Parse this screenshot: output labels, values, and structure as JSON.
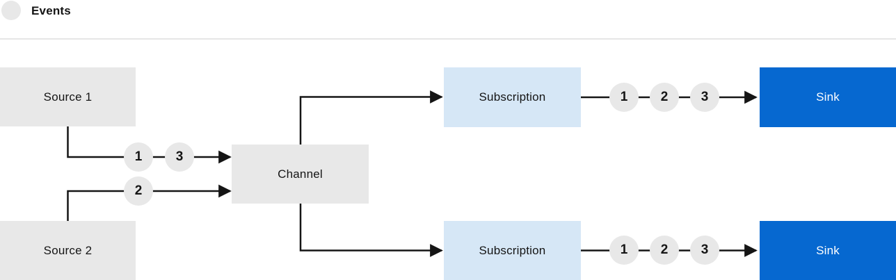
{
  "legend": {
    "label": "Events"
  },
  "colors": {
    "node_gray": "#e8e8e8",
    "subscription_blue": "#d6e7f6",
    "sink_blue": "#0668d0",
    "line": "#151515",
    "divider": "#e6e6e6",
    "text": "#151515",
    "sink_text": "#ffffff"
  },
  "nodes": {
    "source1": {
      "label": "Source 1"
    },
    "source2": {
      "label": "Source 2"
    },
    "channel": {
      "label": "Channel"
    },
    "subscription_top": {
      "label": "Subscription"
    },
    "subscription_bottom": {
      "label": "Subscription"
    },
    "sink_top": {
      "label": "Sink"
    },
    "sink_bottom": {
      "label": "Sink"
    }
  },
  "events": {
    "source1_to_channel": [
      "1",
      "3"
    ],
    "source2_to_channel": [
      "2"
    ],
    "subscription_top_to_sink": [
      "1",
      "2",
      "3"
    ],
    "subscription_bottom_to_sink": [
      "1",
      "2",
      "3"
    ]
  }
}
